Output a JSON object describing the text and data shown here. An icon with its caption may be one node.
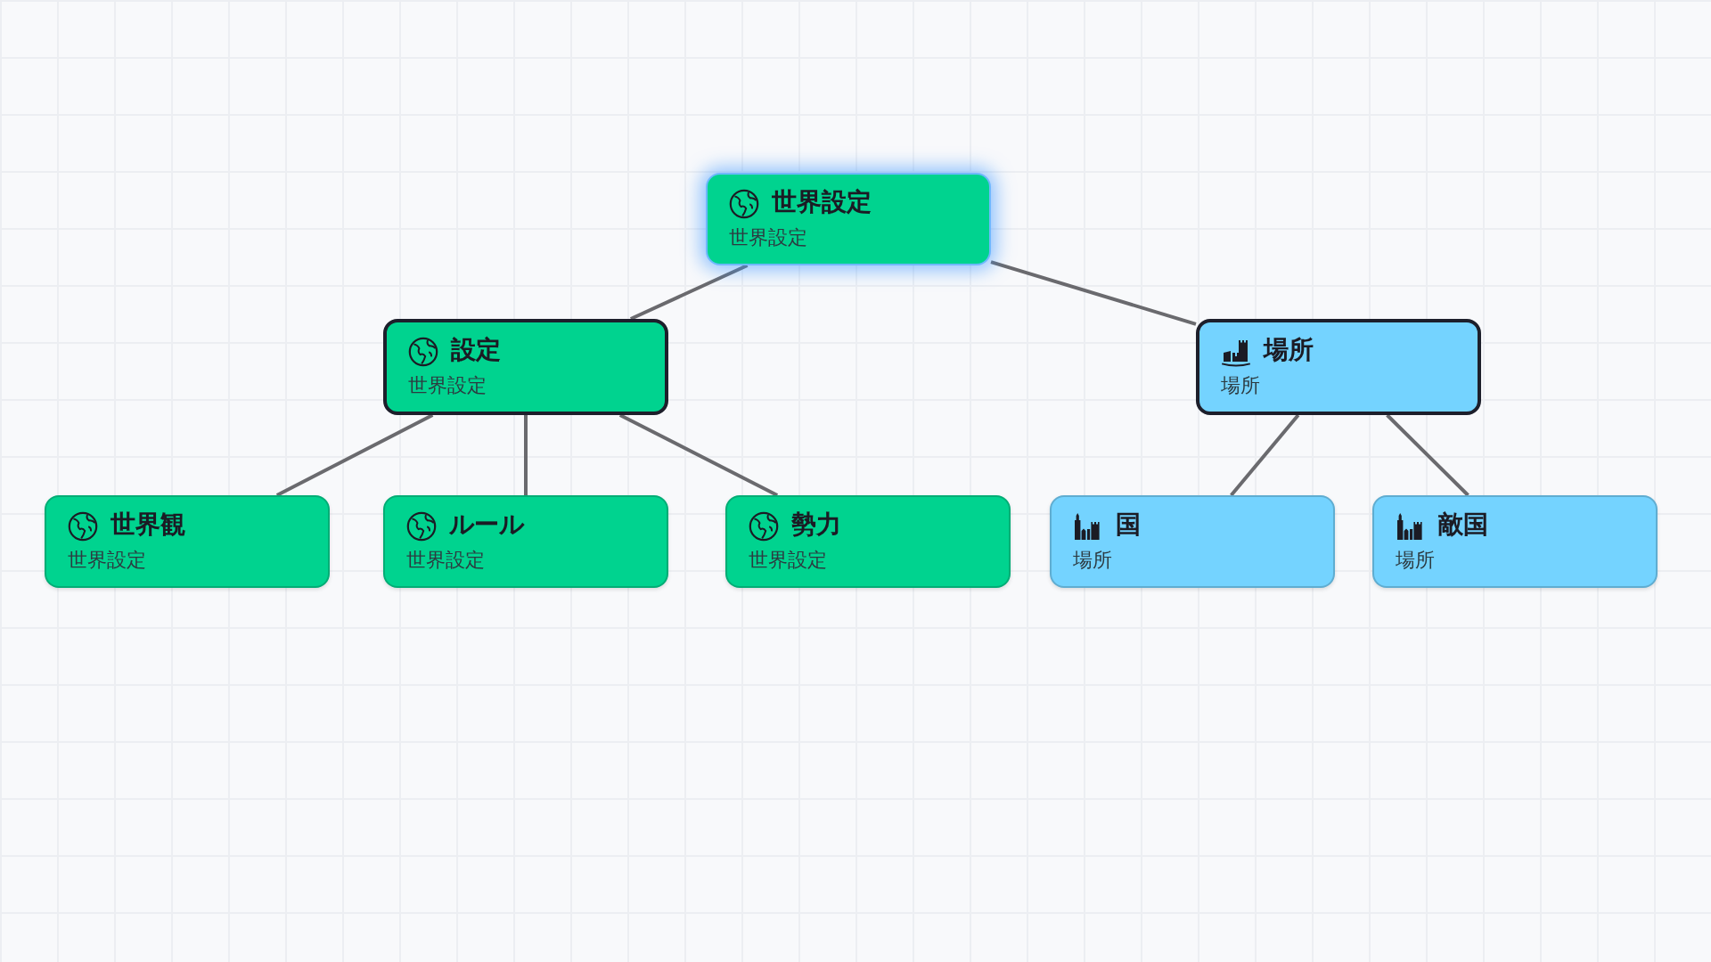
{
  "diagram": {
    "nodes": [
      {
        "text": [
          "世界設定",
          "世界設定"
        ]
      },
      {
        "text": [
          "設定",
          "世界設定"
        ]
      },
      {
        "text": [
          "場所",
          "場所"
        ]
      },
      {
        "text": [
          "世界観",
          "世界設定"
        ]
      },
      {
        "text": [
          "ルール",
          "世界設定"
        ]
      },
      {
        "text": [
          "勢力",
          "世界設定"
        ]
      },
      {
        "text": [
          "国",
          "場所"
        ]
      },
      {
        "text": [
          "敵国",
          "場所"
        ]
      }
    ],
    "edges": [
      {
        "from": 0,
        "to": 1,
        "arrow": "none"
      },
      {
        "from": 0,
        "to": 2,
        "arrow": "none"
      },
      {
        "from": 1,
        "to": 3,
        "arrow": "none"
      },
      {
        "from": 1,
        "to": 4,
        "arrow": "none"
      },
      {
        "from": 1,
        "to": 5,
        "arrow": "none"
      },
      {
        "from": 2,
        "to": 6,
        "arrow": "none"
      },
      {
        "from": 2,
        "to": 7,
        "arrow": "none"
      }
    ]
  }
}
